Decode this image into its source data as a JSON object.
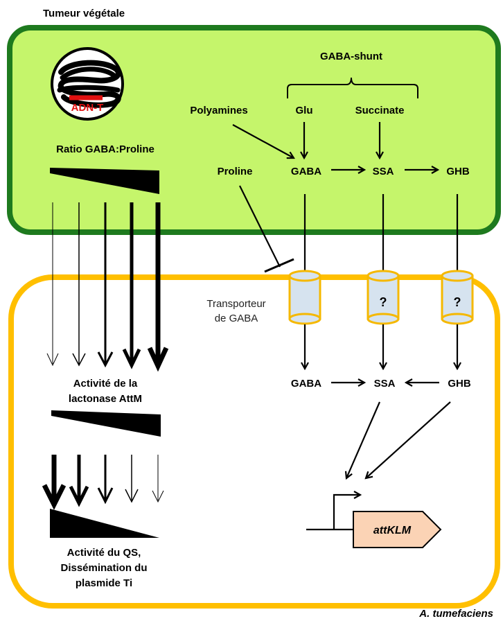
{
  "plant": {
    "title": "Tumeur végétale",
    "tdna_label": "ADN-T",
    "ratio_label": "Ratio GABA:Proline",
    "gaba_shunt_label": "GABA-shunt",
    "polyamines": "Polyamines",
    "glu": "Glu",
    "succinate": "Succinate",
    "proline": "Proline",
    "gaba": "GABA",
    "ssa": "SSA",
    "ghb": "GHB"
  },
  "membrane": {
    "transporter_label_line1": "Transporteur",
    "transporter_label_line2": "de GABA",
    "unknown_transporter_symbol": "?"
  },
  "bacterium": {
    "name": "A. tumefaciens",
    "gaba": "GABA",
    "ssa": "SSA",
    "ghb": "GHB",
    "gene": "attKLM",
    "lactonase_line1": "Activité de la",
    "lactonase_line2": "lactonase AttM",
    "qs_line1": "Activité du QS,",
    "qs_line2": "Dissémination du",
    "qs_line3": "plasmide Ti"
  },
  "colors": {
    "plant_fill": "#c5f56b",
    "plant_border": "#1e7a1e",
    "bacterium_border": "#ffbf00",
    "transporter_fill": "#d6e3ef",
    "transporter_border": "#f5b800",
    "gene_fill": "#fbd3b5",
    "tdna_red": "#e01010"
  }
}
